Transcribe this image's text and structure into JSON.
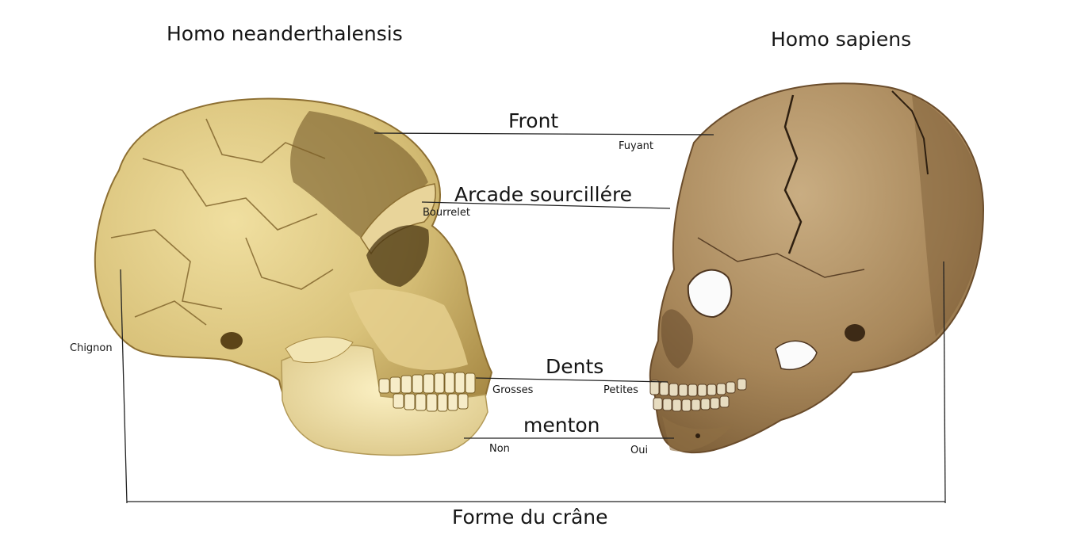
{
  "species": {
    "left": "Homo neanderthalensis",
    "right": "Homo sapiens"
  },
  "features": {
    "front": {
      "label": "Front",
      "right_value": "Fuyant"
    },
    "arcade": {
      "label": "Arcade sourcillére",
      "left_value": "Bourrelet"
    },
    "dents": {
      "label": "Dents",
      "left_value": "Grosses",
      "right_value": "Petites"
    },
    "menton": {
      "label": "menton",
      "left_value": "Non",
      "right_value": "Oui"
    }
  },
  "skull_shape": {
    "label": "Forme du crâne",
    "left_value": "Chignon"
  },
  "colors": {
    "neanderthal_bone": "#d9c27a",
    "neanderthal_dark": "#6b5120",
    "sapiens_bone": "#a8875a",
    "sapiens_dark": "#5a4026",
    "line": "#222222"
  }
}
